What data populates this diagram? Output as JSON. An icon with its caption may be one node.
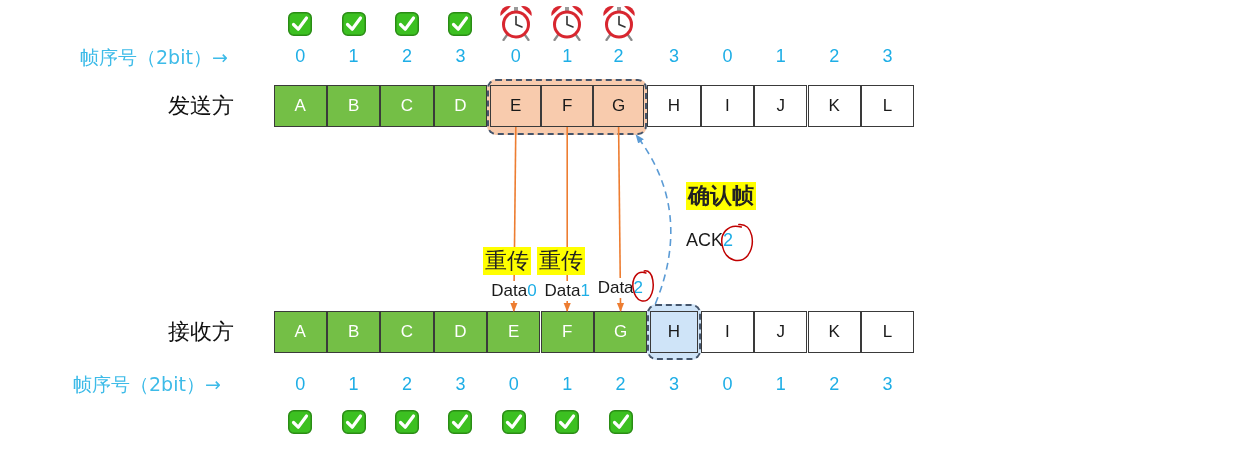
{
  "diagram": {
    "nodes": [
      {
        "text": [
          "A"
        ],
        "beside": [
          "0"
        ]
      },
      {
        "text": [
          "B"
        ],
        "beside": [
          "1"
        ]
      },
      {
        "text": [
          "C"
        ],
        "beside": [
          "2"
        ]
      },
      {
        "text": [
          "D"
        ],
        "beside": [
          "3"
        ]
      },
      {
        "text": [],
        "shape": "box"
      },
      {
        "text": [
          "E"
        ],
        "in": 4,
        "beside": [
          "0"
        ]
      },
      {
        "text": [
          "F"
        ],
        "in": 4,
        "beside": [
          "1"
        ]
      },
      {
        "text": [
          "G"
        ],
        "in": 4,
        "beside": [
          "2"
        ]
      },
      {
        "text": [
          "H"
        ],
        "beside": [
          "3"
        ]
      },
      {
        "text": [
          "I"
        ],
        "beside": [
          "0"
        ]
      },
      {
        "text": [
          "J"
        ],
        "beside": [
          "1"
        ]
      },
      {
        "text": [
          "K"
        ],
        "beside": [
          "2"
        ]
      },
      {
        "text": [
          "L"
        ],
        "beside": [
          "3"
        ]
      },
      {
        "text": [
          "A"
        ],
        "beside": [
          "0"
        ]
      },
      {
        "text": [
          "B"
        ],
        "beside": [
          "1"
        ]
      },
      {
        "text": [
          "C"
        ],
        "beside": [
          "2"
        ]
      },
      {
        "text": [
          "D"
        ],
        "beside": [
          "3"
        ]
      },
      {
        "text": [
          "E"
        ],
        "beside": [
          "0"
        ]
      },
      {
        "text": [
          "F"
        ],
        "beside": [
          "1"
        ]
      },
      {
        "text": [
          "G"
        ],
        "beside": [
          "2"
        ]
      },
      {
        "text": [],
        "shape": "box"
      },
      {
        "text": [
          "H"
        ],
        "in": 20,
        "beside": [
          "3"
        ]
      },
      {
        "text": [
          "I"
        ],
        "beside": [
          "0"
        ]
      },
      {
        "text": [
          "J"
        ],
        "beside": [
          "1"
        ]
      },
      {
        "text": [
          "K"
        ],
        "beside": [
          "2"
        ]
      },
      {
        "text": [
          "L"
        ],
        "beside": [
          "3"
        ]
      }
    ],
    "edges": [
      {
        "from": 5,
        "to": 17,
        "arrow": "to",
        "label": "Data0"
      },
      {
        "from": 6,
        "to": 18,
        "arrow": "to",
        "label": "Data1"
      },
      {
        "from": 7,
        "to": 19,
        "arrow": "to",
        "label": "Data2"
      },
      {
        "from": 20,
        "to": 4,
        "arrow": "to",
        "style": "dashed",
        "color": "#5b9bd5"
      }
    ],
    "labels": [
      "帧序号（2bit）→",
      "发送方",
      "确认帧",
      "ACK2",
      "重传",
      "重传",
      "接收方",
      "帧序号（2bit）→"
    ]
  }
}
